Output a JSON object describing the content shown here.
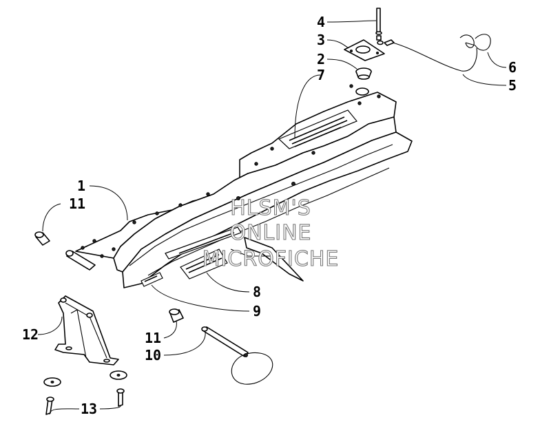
{
  "diagram": {
    "callouts": [
      {
        "id": "c1",
        "label": "1"
      },
      {
        "id": "c2",
        "label": "2"
      },
      {
        "id": "c3",
        "label": "3"
      },
      {
        "id": "c4",
        "label": "4"
      },
      {
        "id": "c5",
        "label": "5"
      },
      {
        "id": "c6",
        "label": "6"
      },
      {
        "id": "c7",
        "label": "7"
      },
      {
        "id": "c8",
        "label": "8"
      },
      {
        "id": "c9",
        "label": "9"
      },
      {
        "id": "c10",
        "label": "10"
      },
      {
        "id": "c11a",
        "label": "11"
      },
      {
        "id": "c11b",
        "label": "11"
      },
      {
        "id": "c12",
        "label": "12"
      },
      {
        "id": "c13",
        "label": "13"
      }
    ],
    "watermark": {
      "line1": "HLSM'S",
      "line2": "ONLINE",
      "line3": "MICROFICHE"
    }
  }
}
